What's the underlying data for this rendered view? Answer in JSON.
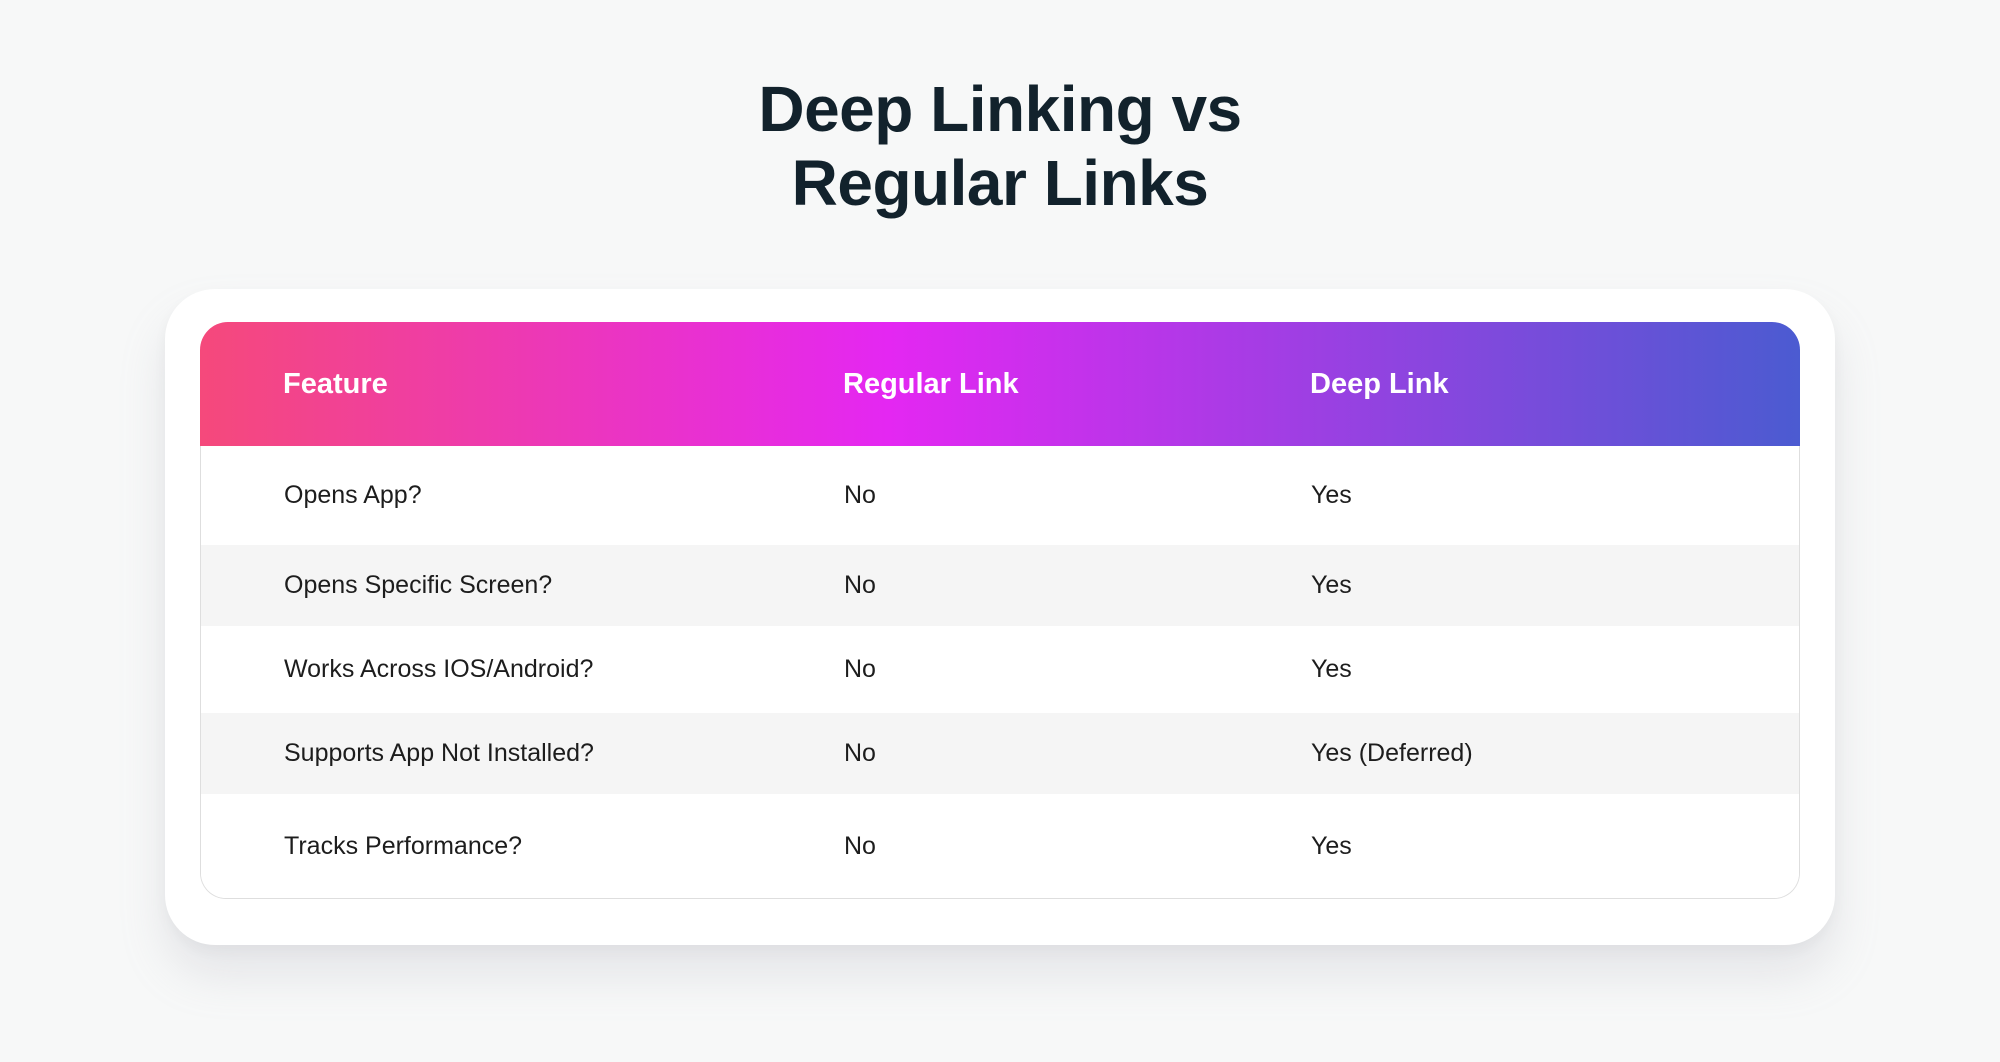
{
  "page": {
    "background_color": "#F7F8F8"
  },
  "title": {
    "line1": "Deep Linking vs",
    "line2": "Regular Links",
    "color": "#12222C"
  },
  "chart_data": {
    "type": "table",
    "title": "Deep Linking vs Regular Links",
    "columns": [
      "Feature",
      "Regular Link",
      "Deep Link"
    ],
    "rows": [
      [
        "Opens App?",
        "No",
        "Yes"
      ],
      [
        "Opens Specific Screen?",
        "No",
        "Yes"
      ],
      [
        "Works Across IOS/Android?",
        "No",
        "Yes"
      ],
      [
        "Supports App Not Installed?",
        "No",
        "Yes (Deferred)"
      ],
      [
        "Tracks Performance?",
        "No",
        "Yes"
      ]
    ],
    "layout": {
      "header_gradient": [
        "#F5497B",
        "#E427F2",
        "#4B5BD1"
      ],
      "header_text_color": "#FFFFFF",
      "stripe_color": "#F5F5F5",
      "body_text_color": "#1D1D1D",
      "zebra": "rows 1,3,5 white; rows 2,4 light gray"
    }
  }
}
